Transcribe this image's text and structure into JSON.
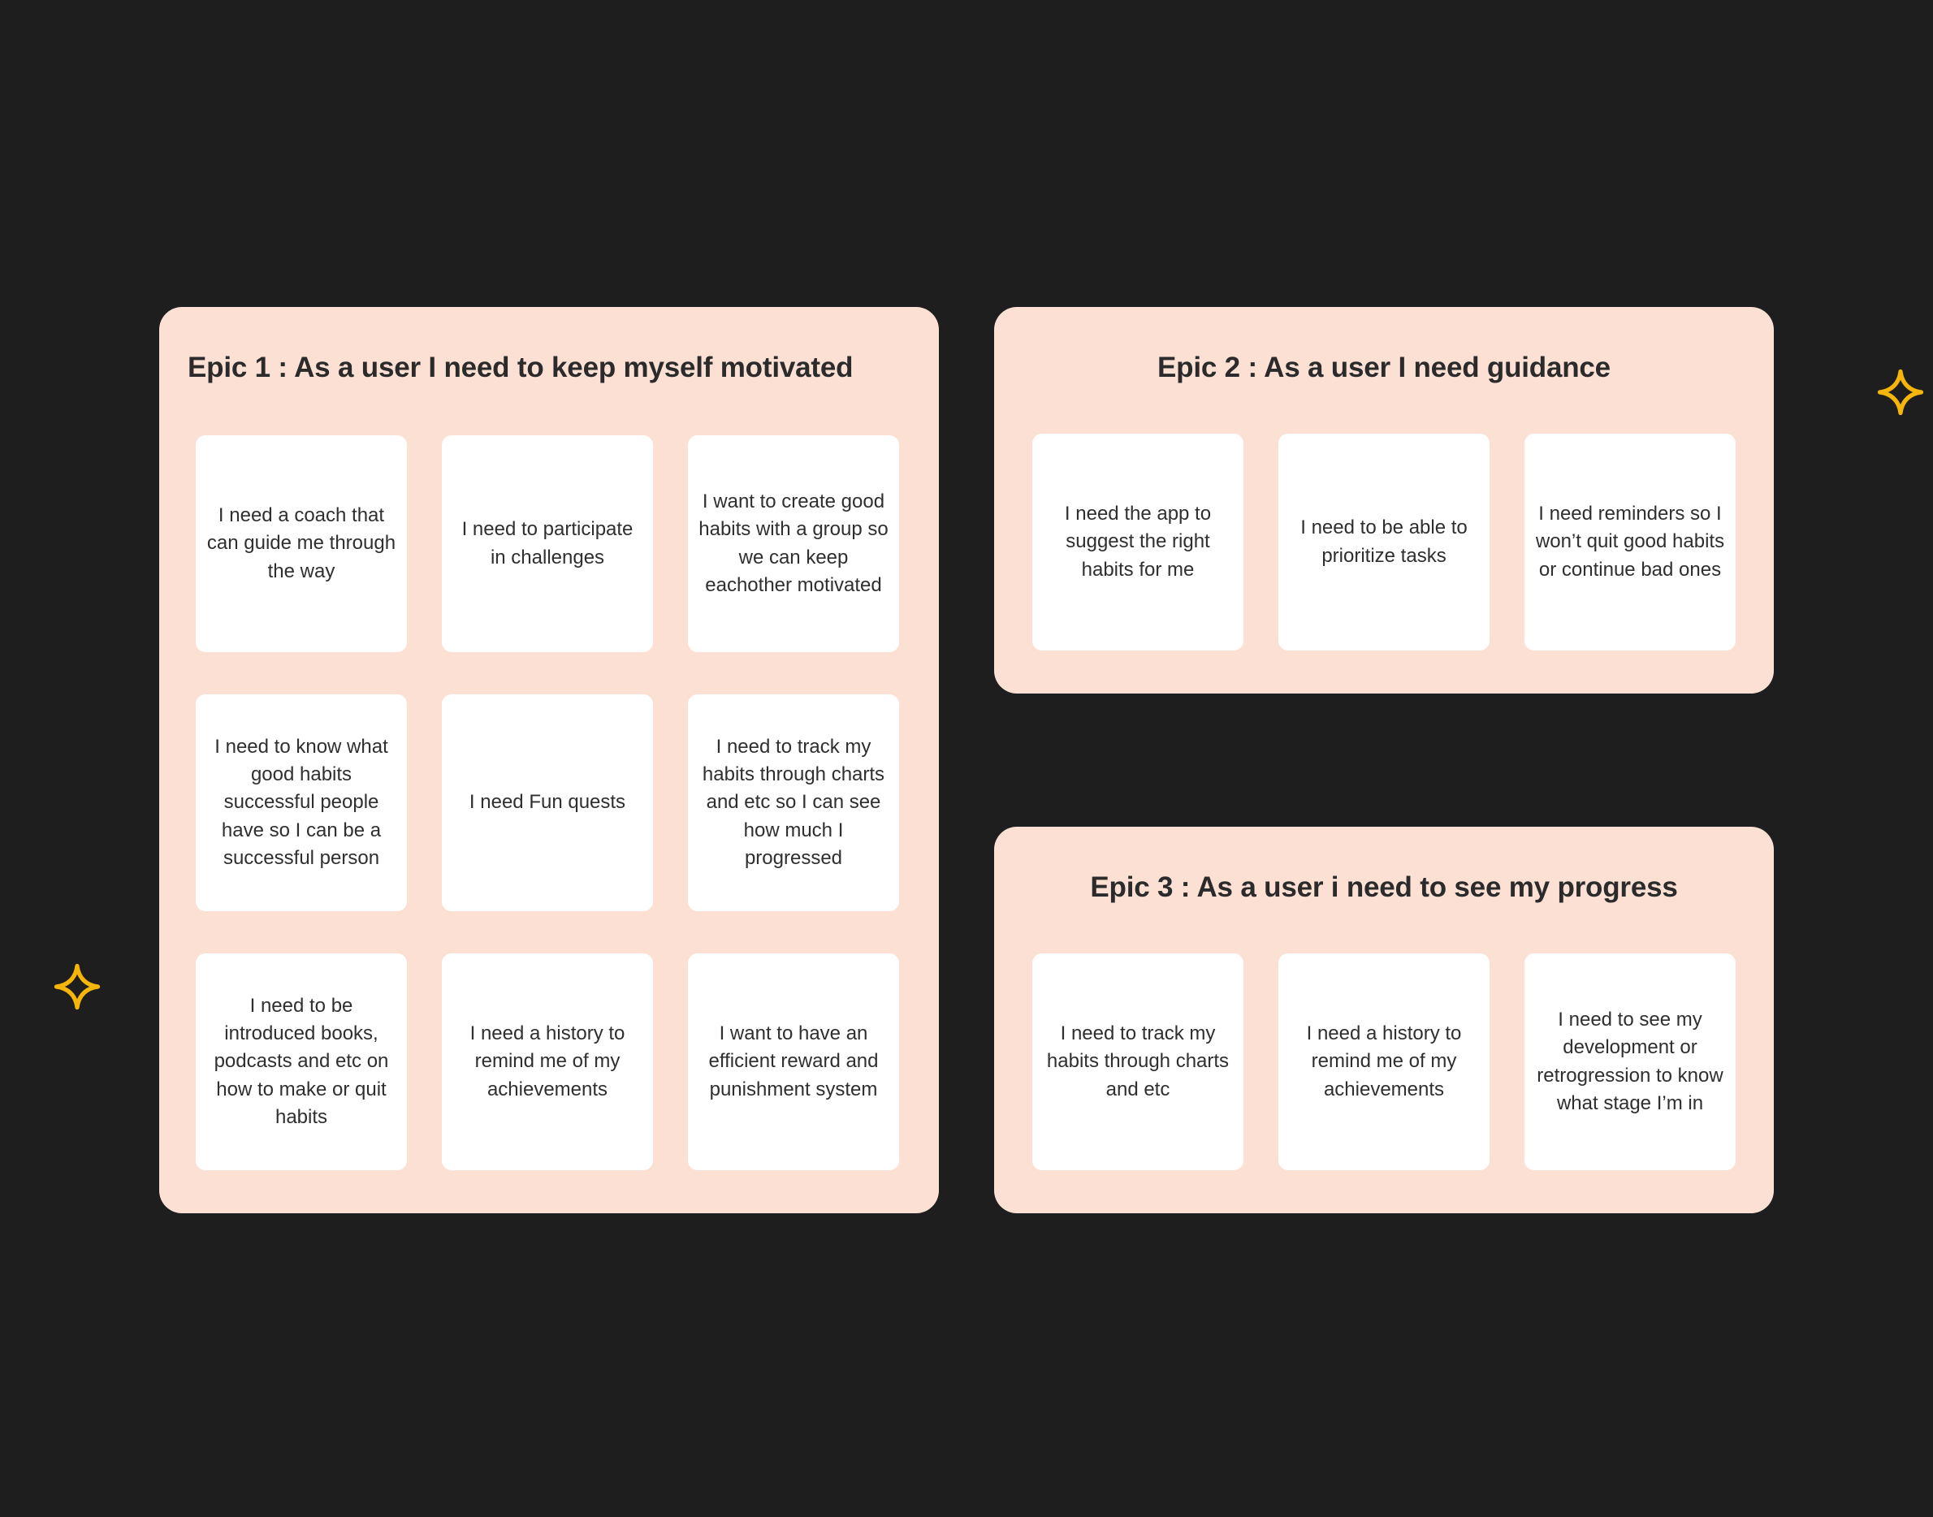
{
  "theme": {
    "background": "#1e1e1e",
    "panel_background": "#fce0d4",
    "card_background": "#ffffff",
    "title_color": "#2b2b2b",
    "card_text_color": "#2f2f2f",
    "sparkle_color": "#f5b50a"
  },
  "epics": [
    {
      "id": "epic-1",
      "title": "Epic 1 : As a user I need to keep myself motivated",
      "cards": [
        "I need a coach that can guide me through the way",
        "I need to participate in challenges",
        "I want to create good habits with a group so we can keep eachother motivated",
        "I need to know what good habits successful people have so I can be a successful person",
        "I need Fun quests",
        "I need to track my habits through charts and etc so I can see how much I progressed",
        "I need to be introduced books, podcasts and etc on how to make or quit habits",
        "I need a history to remind me of my achievements",
        "I want to have an efficient reward and punishment system"
      ]
    },
    {
      "id": "epic-2",
      "title": "Epic 2 : As a user I need guidance",
      "cards": [
        "I need the app to suggest the right habits for me",
        "I need to be able to prioritize tasks",
        "I need reminders so I won’t quit good habits or continue bad ones"
      ]
    },
    {
      "id": "epic-3",
      "title": "Epic 3 : As a user i need to see my progress",
      "cards": [
        "I need to track my habits through charts and etc",
        "I need a history to remind me of my achievements",
        "I need to see my development or retrogression to know what stage I’m in"
      ]
    }
  ],
  "decorations": [
    {
      "name": "sparkle-right",
      "icon": "four-point-star-icon"
    },
    {
      "name": "sparkle-left",
      "icon": "four-point-star-icon"
    }
  ]
}
